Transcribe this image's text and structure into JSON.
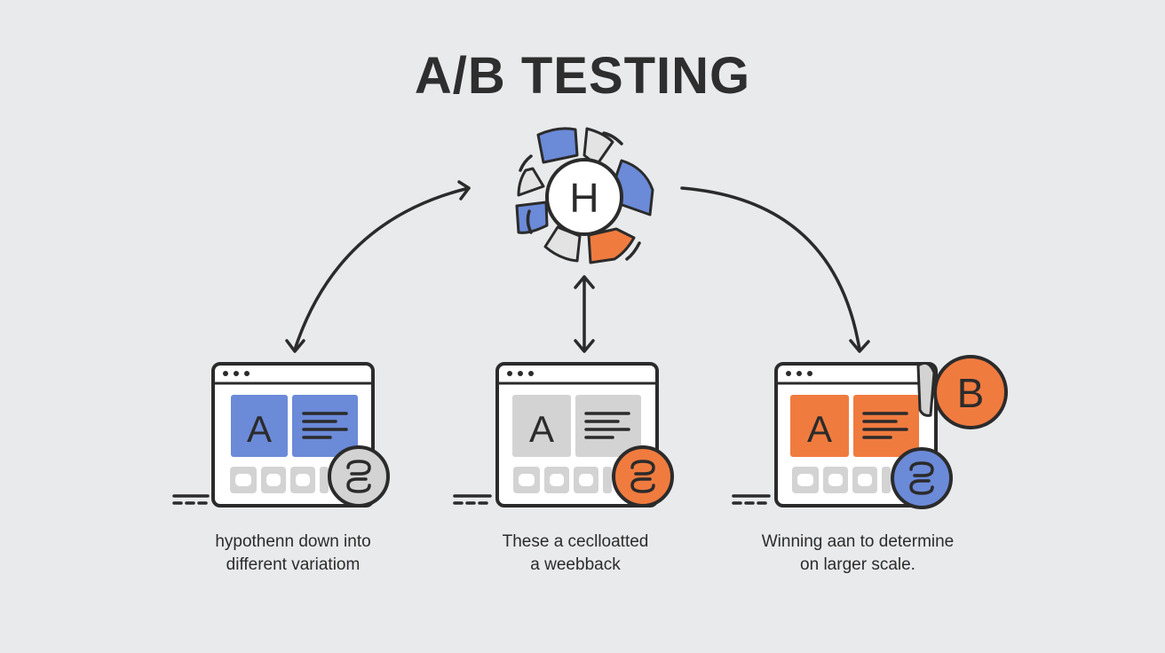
{
  "title": "A/B TESTING",
  "hub": {
    "letter": "H"
  },
  "colors": {
    "blue": "#6b8ad8",
    "orange": "#f07b3f",
    "gray": "#d3d3d3",
    "ink": "#2b2b2b",
    "background": "#e9eaec"
  },
  "panels": [
    {
      "variant_letter": "A",
      "accent": "blue",
      "badge_icon": "link-icon",
      "caption_line1": "hypothenn down into",
      "caption_line2": "different variatiom"
    },
    {
      "variant_letter": "A",
      "accent": "gray",
      "badge_icon": "link-icon",
      "caption_line1": "These a ceclloatted",
      "caption_line2": "a weebback"
    },
    {
      "variant_letter": "A",
      "accent": "orange",
      "badge_icon": "link-icon",
      "corner_badge_letter": "B",
      "caption_line1": "Winning aan to determine",
      "caption_line2": "on larger scale."
    }
  ]
}
